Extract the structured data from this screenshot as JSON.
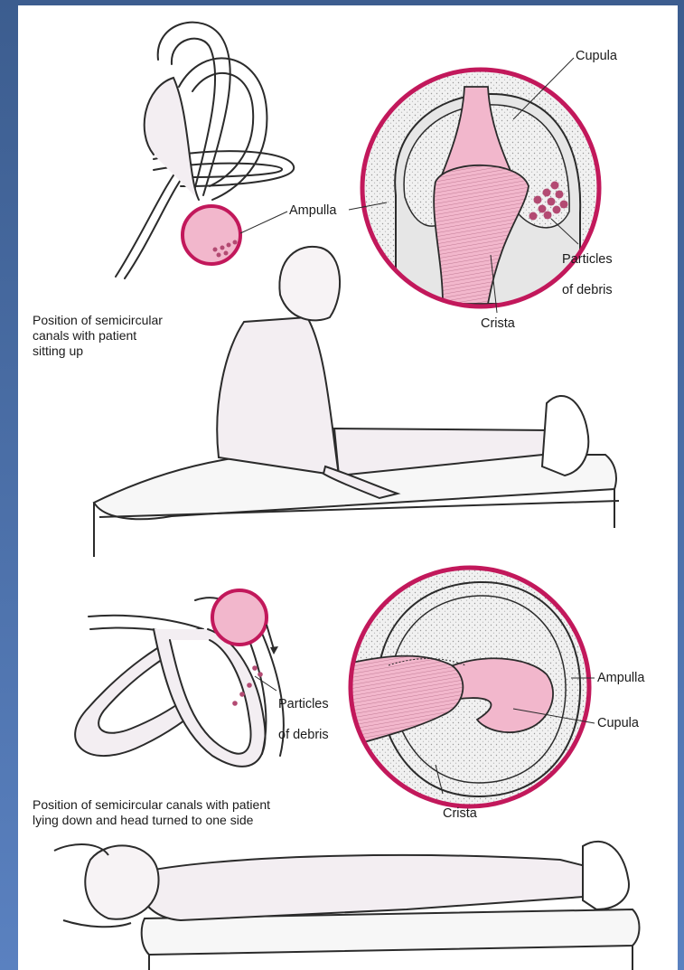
{
  "colors": {
    "background_gradient_top": "#3c5d8f",
    "background_gradient_bottom": "#5a81c0",
    "panel": "#ffffff",
    "highlight_ring": "#c2185b",
    "tissue_pink": "#f2b7cc",
    "canal_fill": "#f3eef2",
    "outline": "#2b2b2b"
  },
  "top_figure": {
    "caption": [
      "Position of semicircular",
      "canals with patient",
      "sitting up"
    ],
    "labels": {
      "cupula": "Cupula",
      "ampulla": "Ampulla",
      "particles": [
        "Particles",
        "of debris"
      ],
      "crista": "Crista"
    }
  },
  "bottom_figure": {
    "caption": [
      "Position of semicircular canals with patient",
      "lying down and head turned to one side"
    ],
    "labels": {
      "particles": [
        "Particles",
        "of debris"
      ],
      "ampulla": "Ampulla",
      "cupula": "Cupula",
      "crista": "Crista"
    }
  }
}
